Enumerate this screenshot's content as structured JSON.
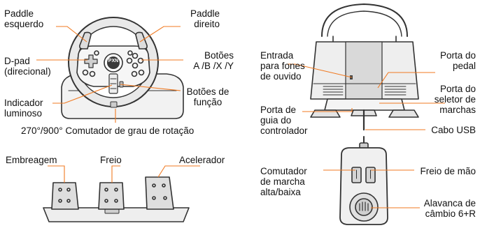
{
  "colors": {
    "leader": "#f07a22",
    "outline": "#333333"
  },
  "wheel": {
    "paddle_left": [
      "Paddle",
      "esquerdo"
    ],
    "paddle_right": [
      "Paddle",
      "direito"
    ],
    "dpad": [
      "D-pad",
      "(direcional)"
    ],
    "buttons_abxy": [
      "Botões",
      "A /B /X /Y"
    ],
    "indicator": [
      "Indicador",
      "luminoso"
    ],
    "function_buttons": [
      "Botões de",
      "função"
    ],
    "rotation_switch": "270°/900° Comutador de grau de rotação",
    "logo_text": "PXN"
  },
  "rear": {
    "headphone_port": [
      "Entrada",
      "para fones",
      "de ouvido"
    ],
    "pedal_port": [
      "Porta do",
      "pedal"
    ],
    "shifter_port": [
      "Porta do",
      "seletor de",
      "marchas"
    ],
    "controller_guide_port": [
      "Porta de",
      "guia do",
      "controlador"
    ],
    "usb_cable": "Cabo USB"
  },
  "pedals": {
    "clutch": "Embreagem",
    "brake": "Freio",
    "accelerator": "Acelerador"
  },
  "shifter": {
    "high_low_switch": [
      "Comutador",
      "de marcha",
      "alta/baixa"
    ],
    "handbrake": "Freio de mão",
    "gear_lever": [
      "Alavanca de",
      "câmbio 6+R"
    ]
  }
}
